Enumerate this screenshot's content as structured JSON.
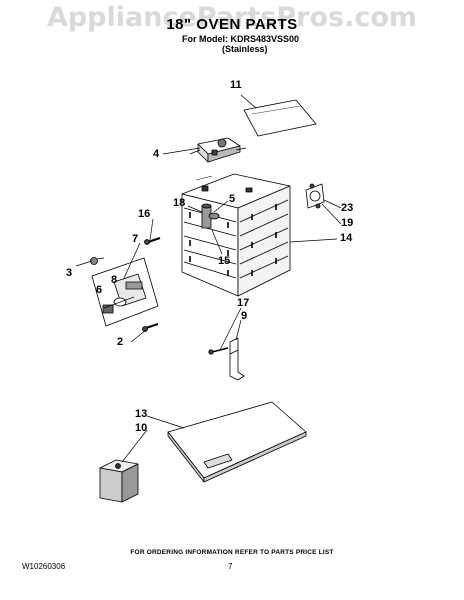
{
  "watermark": "AppliancePartsPros.com",
  "header": {
    "title": "18\" OVEN PARTS",
    "model_line": "For Model: KDRS483VSS00",
    "variant": "(Stainless)"
  },
  "callouts": [
    {
      "id": "c11",
      "text": "11"
    },
    {
      "id": "c4",
      "text": "4"
    },
    {
      "id": "c18",
      "text": "18"
    },
    {
      "id": "c5",
      "text": "5"
    },
    {
      "id": "c16",
      "text": "16"
    },
    {
      "id": "c7",
      "text": "7"
    },
    {
      "id": "c23",
      "text": "23"
    },
    {
      "id": "c19",
      "text": "19"
    },
    {
      "id": "c14",
      "text": "14"
    },
    {
      "id": "c15",
      "text": "15"
    },
    {
      "id": "c3",
      "text": "3"
    },
    {
      "id": "c8",
      "text": "8"
    },
    {
      "id": "c6",
      "text": "6"
    },
    {
      "id": "c17",
      "text": "17"
    },
    {
      "id": "c9",
      "text": "9"
    },
    {
      "id": "c2",
      "text": "2"
    },
    {
      "id": "c13",
      "text": "13"
    },
    {
      "id": "c10",
      "text": "10"
    }
  ],
  "footer": {
    "ordering_note": "FOR ORDERING INFORMATION REFER TO PARTS PRICE LIST",
    "doc_number": "W10260306",
    "page_number": "7"
  }
}
